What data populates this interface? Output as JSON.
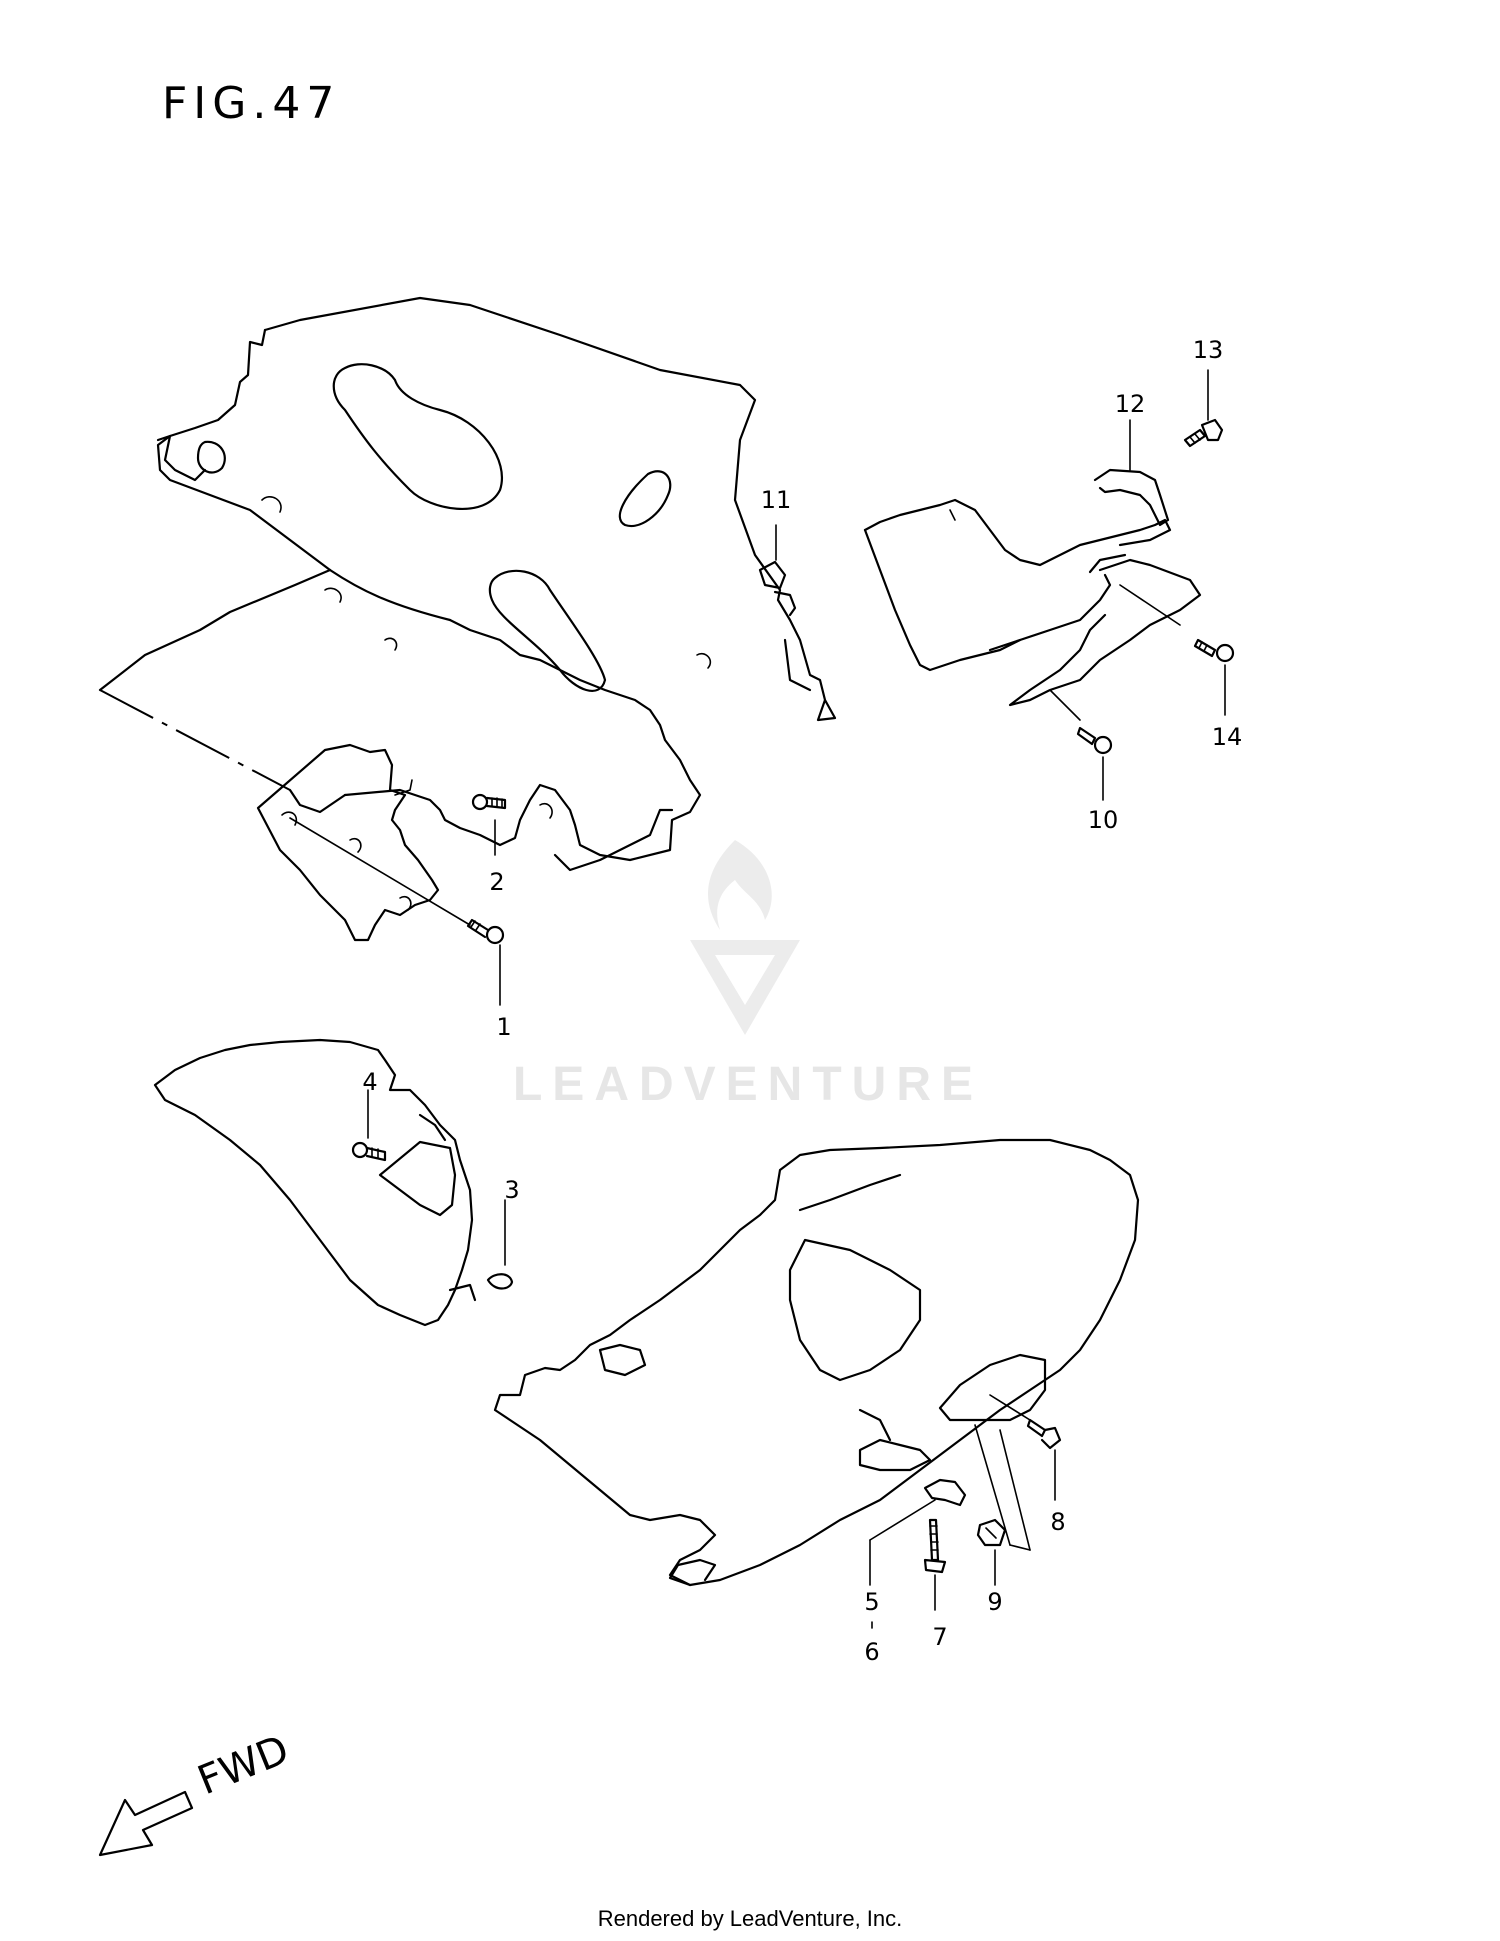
{
  "figure": {
    "title": "FIG.47",
    "direction_label": "FWD",
    "footer": "Rendered by LeadVenture, Inc.",
    "watermark": "LEADVENTURE"
  },
  "callouts": [
    {
      "id": "c1",
      "label": "1"
    },
    {
      "id": "c2",
      "label": "2"
    },
    {
      "id": "c3",
      "label": "3"
    },
    {
      "id": "c4",
      "label": "4"
    },
    {
      "id": "c5",
      "label": "5"
    },
    {
      "id": "c6",
      "label": "6"
    },
    {
      "id": "c7",
      "label": "7"
    },
    {
      "id": "c8",
      "label": "8"
    },
    {
      "id": "c9",
      "label": "9"
    },
    {
      "id": "c10",
      "label": "10"
    },
    {
      "id": "c11",
      "label": "11"
    },
    {
      "id": "c12",
      "label": "12"
    },
    {
      "id": "c13",
      "label": "13"
    },
    {
      "id": "c14",
      "label": "14"
    }
  ],
  "colors": {
    "line": "#000000",
    "background": "#ffffff",
    "watermark": "#e6e6e6"
  }
}
